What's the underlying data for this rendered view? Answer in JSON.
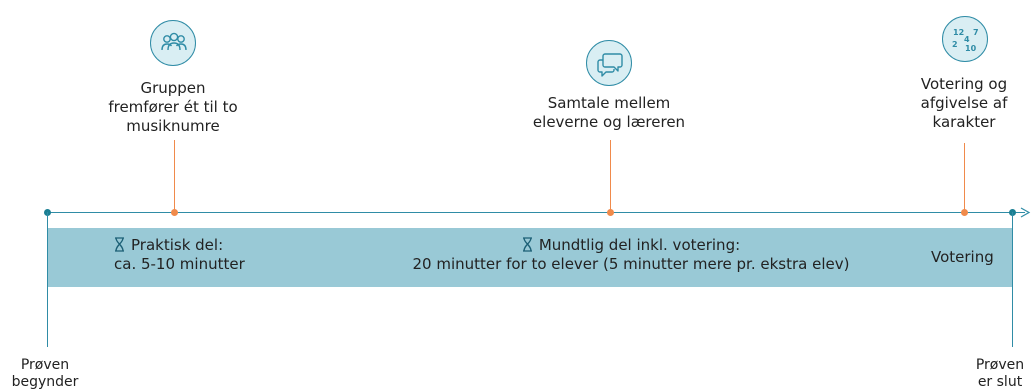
{
  "events": [
    {
      "icon": "group-people-icon",
      "label_lines": [
        "Gruppen",
        "fremfører ét til to",
        "musiknumre"
      ]
    },
    {
      "icon": "speech-bubbles-icon",
      "label_lines": [
        "Samtale mellem",
        "eleverne og læreren"
      ]
    },
    {
      "icon": "grade-numbers-icon",
      "icon_numbers": [
        "12",
        "7",
        "4",
        "2",
        "10"
      ],
      "label_lines": [
        "Votering og",
        "afgivelse af",
        "karakter"
      ]
    }
  ],
  "phases": [
    {
      "icon": "hourglass-icon",
      "lines": [
        "Praktisk del:",
        "ca. 5-10 minutter"
      ]
    },
    {
      "icon": "hourglass-icon",
      "lines": [
        "Mundtlig del inkl. votering:",
        "20 minutter for to elever (5 minutter mere pr. ekstra elev)"
      ]
    },
    {
      "lines": [
        "Votering"
      ]
    }
  ],
  "start_label": [
    "Prøven",
    "begynder"
  ],
  "end_label": [
    "Prøven",
    "er slut"
  ],
  "colors": {
    "band": "#99c9d6",
    "timeline": "#2f8ca6",
    "connector": "#f08a4b",
    "icon_fill": "#d9eef3",
    "endpoint": "#1b7f93"
  }
}
